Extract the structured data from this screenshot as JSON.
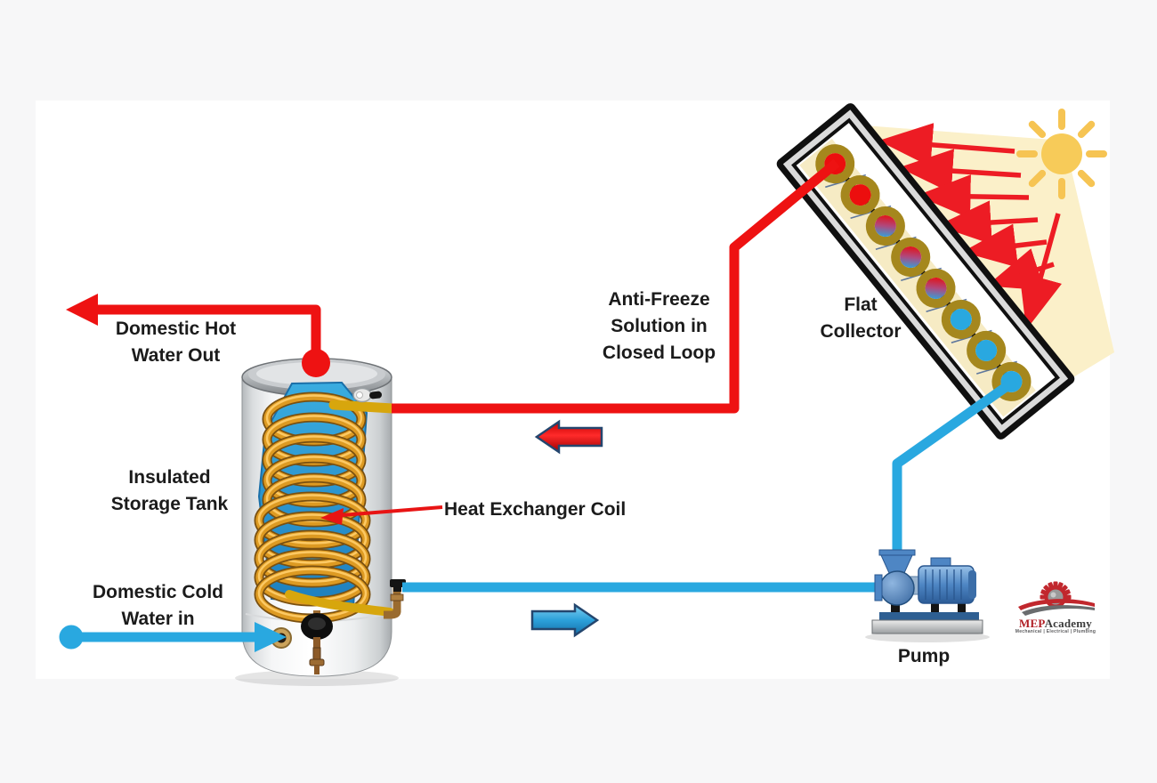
{
  "labels": {
    "domestic_hot": {
      "line1": "Domestic Hot",
      "line2": "Water Out"
    },
    "insulated_tank": {
      "line1": "Insulated",
      "line2": "Storage Tank"
    },
    "domestic_cold": {
      "line1": "Domestic Cold",
      "line2": "Water in"
    },
    "anti_freeze": {
      "line1": "Anti-Freeze",
      "line2": "Solution in",
      "line3": "Closed Loop"
    },
    "flat_collector": {
      "line1": "Flat",
      "line2": "Collector"
    },
    "heat_exchanger": {
      "text": "Heat Exchanger Coil"
    },
    "pump": {
      "text": "Pump"
    }
  },
  "logo": {
    "mep": "MEP",
    "academy": "Academy",
    "tagline": "Mechanical | Electrical | Plumbing"
  },
  "colors": {
    "pipe_hot": "#EE1212",
    "pipe_cold": "#29A8E0",
    "heat_exchanger_pipe": "#D7A60D",
    "sun": "#F7CB59",
    "sun_rays": "#F6C453",
    "beam": "#FBF0C9",
    "radiation_arrow": "#ED1C24",
    "flow_arrow_outline": "#24466E",
    "collector_absorber": "#F6EBC4",
    "tank_cutaway": "#2F9FD8",
    "coil_gold": "#DD9A22"
  }
}
